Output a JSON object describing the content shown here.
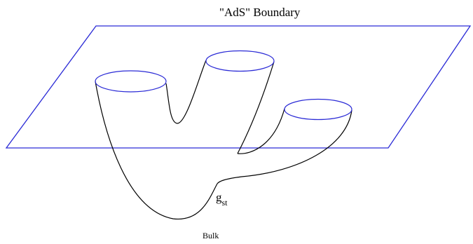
{
  "labels": {
    "boundary": "\"AdS\" Boundary",
    "genus_symbol": "g",
    "genus_subscript": "st",
    "bulk": "Bulk"
  },
  "colors": {
    "boundary_plane": "#2a2ad6",
    "surface": "#000000",
    "background": "#ffffff"
  }
}
